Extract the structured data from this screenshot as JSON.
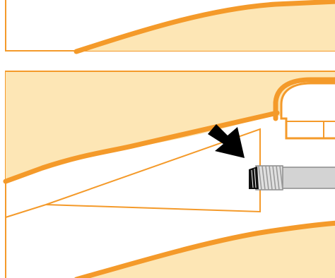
{
  "diagram": {
    "panels": [
      {
        "name": "top-panel"
      },
      {
        "name": "bottom-panel"
      }
    ],
    "pointer": {
      "icon": "arrow-icon",
      "direction": "down-right"
    },
    "colors": {
      "fill": "#FDE6B5",
      "outline": "#F49A2A",
      "background": "#FFFFFF",
      "arrow": "#000000",
      "screw_body": "#D3D3D3",
      "screw_thread": "#9A9A9A",
      "screw_tip": "#000000"
    }
  }
}
